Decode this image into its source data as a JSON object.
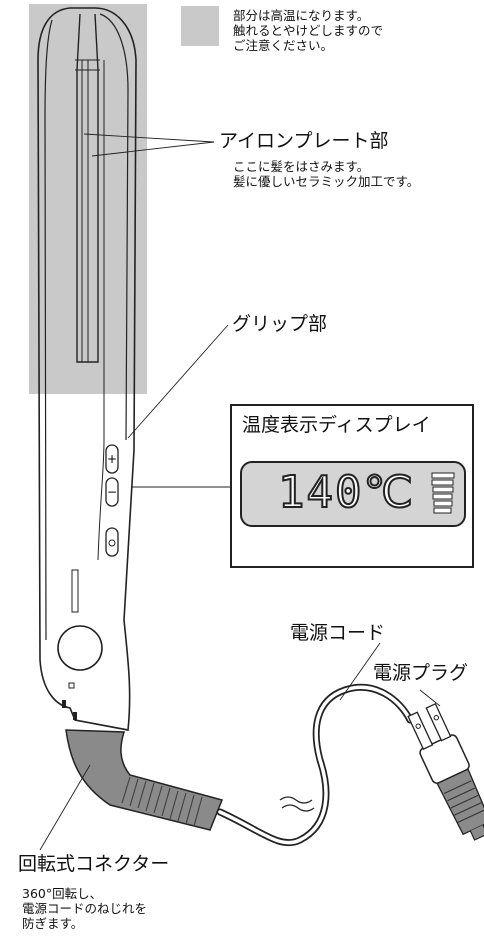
{
  "legend": {
    "swatch_color": "#c9c9c9",
    "lines": [
      "部分は高温になります。",
      "触れるとやけどしますので",
      "ご注意ください。"
    ]
  },
  "labels": {
    "iron_plate": {
      "title": "アイロンプレート部",
      "desc": [
        "ここに髪をはさみます。",
        "髪に優しいセラミック加工です。"
      ]
    },
    "grip": {
      "title": "グリップ部"
    },
    "display": {
      "title": "温度表示ディスプレイ",
      "temperature": "140℃"
    },
    "power_cord": {
      "title": "電源コード"
    },
    "power_plug": {
      "title": "電源プラグ"
    },
    "connector": {
      "title": "回転式コネクター",
      "desc": [
        "360°回転し、",
        "電源コードのねじれを",
        "防ぎます。"
      ]
    }
  },
  "buttons": {
    "plus_symbol": "+",
    "minus_symbol": "−"
  },
  "colors": {
    "hot_zone": "#c9c9c9",
    "connector": "#8a8a8a",
    "lcd_bg": "#d4d4d4",
    "line": "#222222"
  }
}
